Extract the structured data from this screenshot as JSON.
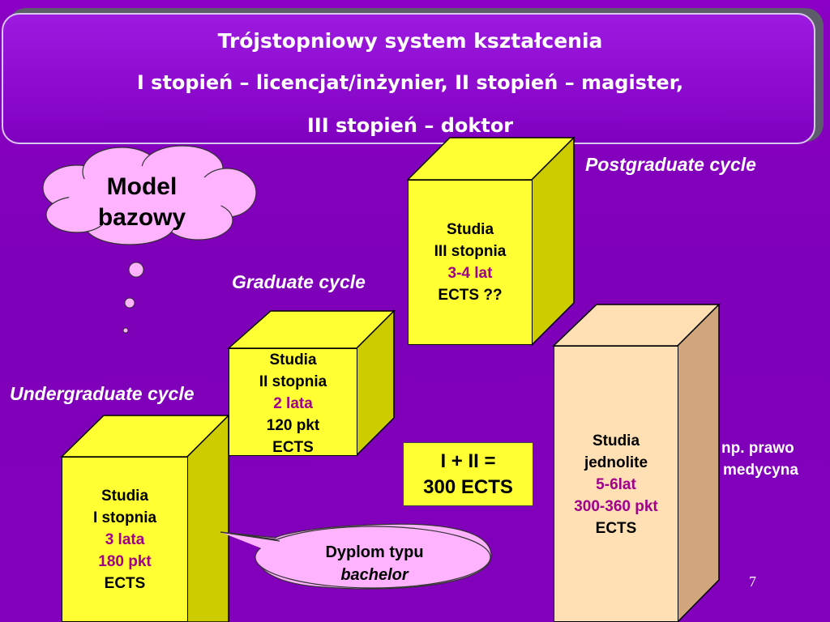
{
  "title": {
    "line1": "Trójstopniowy system kształcenia",
    "line2": "I stopień – licencjat/inżynier, II stopień – magister,",
    "line3": "III stopień – doktor"
  },
  "cloud": {
    "line1": "Model",
    "line2": "bazowy"
  },
  "cycles": {
    "postgraduate": "Postgraduate cycle",
    "graduate": "Graduate cycle",
    "undergraduate": "Undergraduate cycle"
  },
  "boxes": {
    "first": {
      "l1": "Studia",
      "l2": "I stopnia",
      "l3": "3 lata",
      "l4": "180 pkt",
      "l5": "ECTS"
    },
    "second": {
      "l1": "Studia",
      "l2": "II stopnia",
      "l3": "2 lata",
      "l4": "120 pkt",
      "l5": "ECTS"
    },
    "third": {
      "l1": "Studia",
      "l2": "III stopnia",
      "l3": "3-4 lat",
      "l4": "ECTS ??"
    },
    "uniform": {
      "l1": "Studia",
      "l2": "jednolite",
      "l3": "5-6lat",
      "l4": "300-360 pkt",
      "l5": "ECTS"
    }
  },
  "sum": {
    "l1": "I + II =",
    "l2": "300 ECTS"
  },
  "diploma": {
    "l1": "Dyplom typu",
    "l2": "bachelor"
  },
  "examples": {
    "l1": "np. prawo",
    "l2": "medycyna"
  },
  "page_number": "7",
  "colors": {
    "background": "#8300bd",
    "box_yellow": "#ffff33",
    "box_side": "#cccc00",
    "box_peach": "#ffdfb3",
    "box_peach_side": "#d2a67c",
    "cloud": "#ffb3ff",
    "accent_text": "#a0008a"
  }
}
